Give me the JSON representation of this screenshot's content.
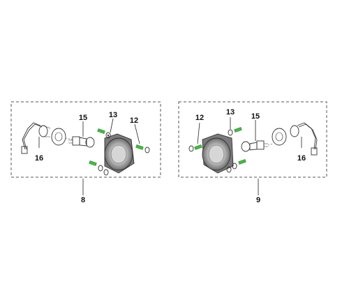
{
  "diagram": {
    "left_group": {
      "group_number": "8",
      "callouts": {
        "wiring": "16",
        "bulb": "15",
        "washer": "13",
        "screw": "12"
      }
    },
    "right_group": {
      "group_number": "9",
      "callouts": {
        "screw": "12",
        "washer": "13",
        "bulb": "15",
        "wiring": "16"
      }
    },
    "colors": {
      "screw_highlight": "#3fbf3f",
      "outline": "#333333",
      "panel_border": "#555555",
      "reflector": "#8a8a8a"
    }
  }
}
